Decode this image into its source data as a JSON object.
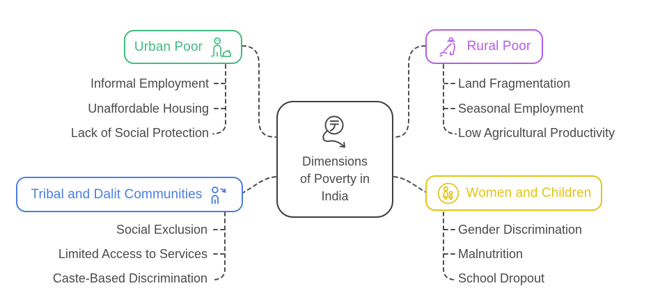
{
  "diagram": {
    "background": "#ffffff",
    "connector_color": "#4d4d4d",
    "center": {
      "label": "Dimensions of Poverty in India",
      "lines": [
        "Dimensions",
        "of Poverty in",
        "India"
      ],
      "icon": "rupee-decline-icon",
      "border_color": "#3f3f3f",
      "text_color": "#4a4a4a"
    },
    "branches": [
      {
        "label": "Urban Poor",
        "color": "#42b983",
        "icon": "urban-poor-icon",
        "position": "top-left",
        "items": [
          "Informal Employment",
          "Unaffordable Housing",
          "Lack of Social Protection"
        ]
      },
      {
        "label": "Rural Poor",
        "color": "#b75ce6",
        "icon": "rural-poor-icon",
        "position": "top-right",
        "items": [
          "Land Fragmentation",
          "Seasonal Employment",
          "Low Agricultural Productivity"
        ]
      },
      {
        "label": "Tribal and Dalit Communities",
        "color": "#4a7ee3",
        "icon": "tribal-communities-icon",
        "position": "bottom-left",
        "items": [
          "Social Exclusion",
          "Limited Access to Services",
          "Caste-Based Discrimination"
        ]
      },
      {
        "label": "Women and Children",
        "color": "#e1c510",
        "icon": "women-children-icon",
        "position": "bottom-right",
        "items": [
          "Gender Discrimination",
          "Malnutrition",
          "School Dropout"
        ]
      }
    ]
  }
}
